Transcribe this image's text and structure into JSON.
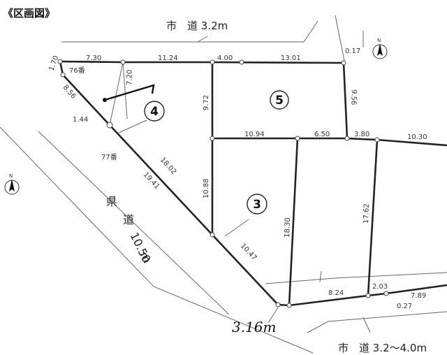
{
  "title": "《区画図》",
  "roads": {
    "top": "市　道 3.2m",
    "bottom": "市　道 3.2〜4.0m",
    "prefectural_name": [
      "県",
      "道"
    ],
    "prefectural_width": "10.50",
    "prefectural_unit": "m"
  },
  "lots": {
    "plot4": "4",
    "plot5": "5",
    "plot3": "3",
    "lot76": "76番",
    "lot77": "77番"
  },
  "dimensions": {
    "d1_70": "1.70",
    "d7_30": "7.30",
    "d11_24": "11.24",
    "d4_00": "4.00",
    "d13_01": "13.01",
    "d0_17a": "0.17",
    "d7_20": "7.20",
    "d8_56": "8.56",
    "d9_72": "9.72",
    "d9_56": "9.56",
    "d1_44": "1.44",
    "d10_94": "10.94",
    "d6_50": "6.50",
    "d3_80": "3.80",
    "d10_30": "10.30",
    "d18_02": "18.02",
    "d19_41": "19.41",
    "d10_88": "10.88",
    "d18_30": "18.30",
    "d17_62": "17.62",
    "d10_47": "10.47",
    "d8_24": "8.24",
    "d2_03": "2.03",
    "d7_89": "7.89",
    "d0_27": "0.27"
  },
  "handwritten": "3.16m",
  "compass": {
    "north_label": "N"
  }
}
